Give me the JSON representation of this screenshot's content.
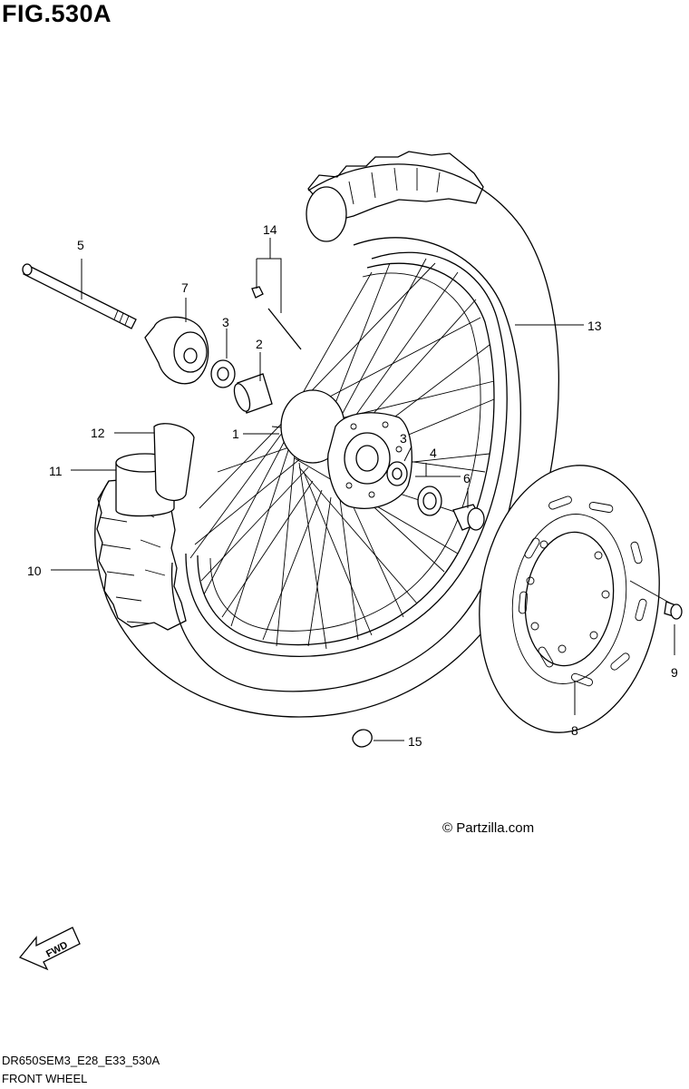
{
  "figure": {
    "title": "FIG.530A",
    "copyright": "© Partzilla.com",
    "footer_code": "DR650SEM3_E28_E33_530A",
    "footer_name": "FRONT WHEEL",
    "fwd_label": "FWD"
  },
  "callouts": [
    "1",
    "2",
    "3",
    "3",
    "4",
    "5",
    "6",
    "7",
    "8",
    "9",
    "10",
    "11",
    "12",
    "13",
    "14",
    "15"
  ]
}
